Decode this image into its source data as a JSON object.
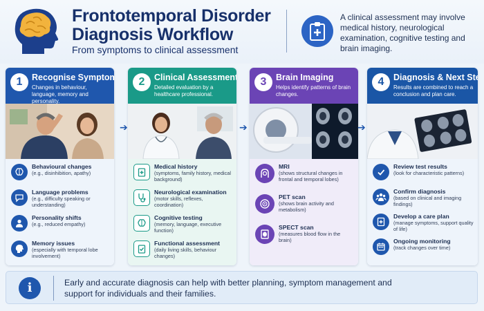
{
  "header": {
    "title_line1": "Frontotemporal Disorder",
    "title_line2": "Diagnosis Workflow",
    "subtitle": "From symptoms to clinical assessment",
    "note": "A clinical assessment may involve medical history, neurological examination, cognitive testing and brain imaging."
  },
  "steps": [
    {
      "number": "1",
      "title": "Recognise Symptoms",
      "description": "Changes in behaviour, language, memory and personality.",
      "items": [
        {
          "title": "Behavioural changes",
          "desc": "(e.g., disinhibition, apathy)",
          "icon": "brain-icon"
        },
        {
          "title": "Language problems",
          "desc": "(e.g., difficulty speaking or understanding)",
          "icon": "speech-bubble-icon"
        },
        {
          "title": "Personality shifts",
          "desc": "(e.g., reduced empathy)",
          "icon": "person-icon"
        },
        {
          "title": "Memory issues",
          "desc": "(especially with temporal lobe involvement)",
          "icon": "head-memory-icon"
        }
      ]
    },
    {
      "number": "2",
      "title": "Clinical Assessment",
      "description": "Detailed evaluation by a healthcare professional.",
      "items": [
        {
          "title": "Medical history",
          "desc": "(symptoms, family history, medical background)",
          "icon": "medical-clipboard-icon"
        },
        {
          "title": "Neurological examination",
          "desc": "(motor skills, reflexes, coordination)",
          "icon": "stethoscope-icon"
        },
        {
          "title": "Cognitive testing",
          "desc": "(memory, language, executive function)",
          "icon": "brain-icon"
        },
        {
          "title": "Functional assessment",
          "desc": "(daily living skills, behaviour changes)",
          "icon": "checklist-icon"
        }
      ]
    },
    {
      "number": "3",
      "title": "Brain Imaging",
      "description": "Helps identify patterns of brain changes.",
      "items": [
        {
          "title": "MRI",
          "desc": "(shows structural changes in frontal and temporal lobes)",
          "icon": "mri-scanner-icon"
        },
        {
          "title": "PET scan",
          "desc": "(shows brain activity and metabolism)",
          "icon": "pet-scan-icon"
        },
        {
          "title": "SPECT scan",
          "desc": "(measures blood flow in the brain)",
          "icon": "spect-scan-icon"
        }
      ]
    },
    {
      "number": "4",
      "title": "Diagnosis & Next Steps",
      "description": "Results are combined to reach a conclusion and plan care.",
      "items": [
        {
          "title": "Review test results",
          "desc": "(look for characteristic patterns)",
          "icon": "check-circle-icon"
        },
        {
          "title": "Confirm diagnosis",
          "desc": "(based on clinical and imaging findings)",
          "icon": "group-icon"
        },
        {
          "title": "Develop a care plan",
          "desc": "(manage symptoms, support quality of life)",
          "icon": "care-plan-icon"
        },
        {
          "title": "Ongoing monitoring",
          "desc": "(track changes over time)",
          "icon": "calendar-icon"
        }
      ]
    }
  ],
  "footer": {
    "text": "Early and accurate diagnosis can help with better planning, symptom management and support for individuals and their families."
  },
  "colors": {
    "step1": "#1f57ad",
    "step2": "#1a9a88",
    "step3": "#6b44b5",
    "step4": "#1a56a6",
    "title": "#17306a"
  }
}
